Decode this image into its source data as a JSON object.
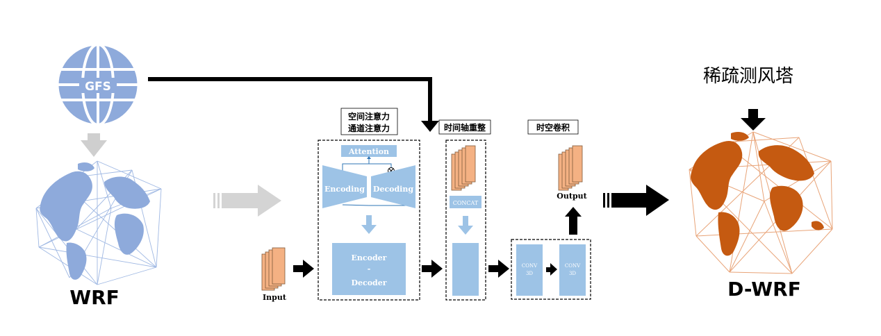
{
  "gfs": {
    "label": "GFS"
  },
  "wrf": {
    "label": "WRF"
  },
  "dwrf": {
    "label": "D-WRF"
  },
  "sparse_towers": {
    "label": "稀疏测风塔"
  },
  "attention_block": {
    "title_line1": "空间注意力",
    "title_line2": "通道注意力",
    "attention": "Attention",
    "encoding": "Encoding",
    "decoding": "Decoding",
    "encoder": "Encoder",
    "dash": "-",
    "decoder": "Decoder"
  },
  "input": {
    "label": "Input"
  },
  "time_axis": {
    "title": "时间轴重整",
    "concat": "CONCAT"
  },
  "spatiotemporal": {
    "title": "时空卷积",
    "conv": "CONV",
    "three_d": "3D"
  },
  "output": {
    "label": "Output"
  },
  "colors": {
    "blue": "#8eaadb",
    "light_blue": "#9dc3e6",
    "orange": "#c55a11",
    "peach": "#f4b183",
    "gray_arrow": "#cfcfcf",
    "black": "#000000"
  }
}
